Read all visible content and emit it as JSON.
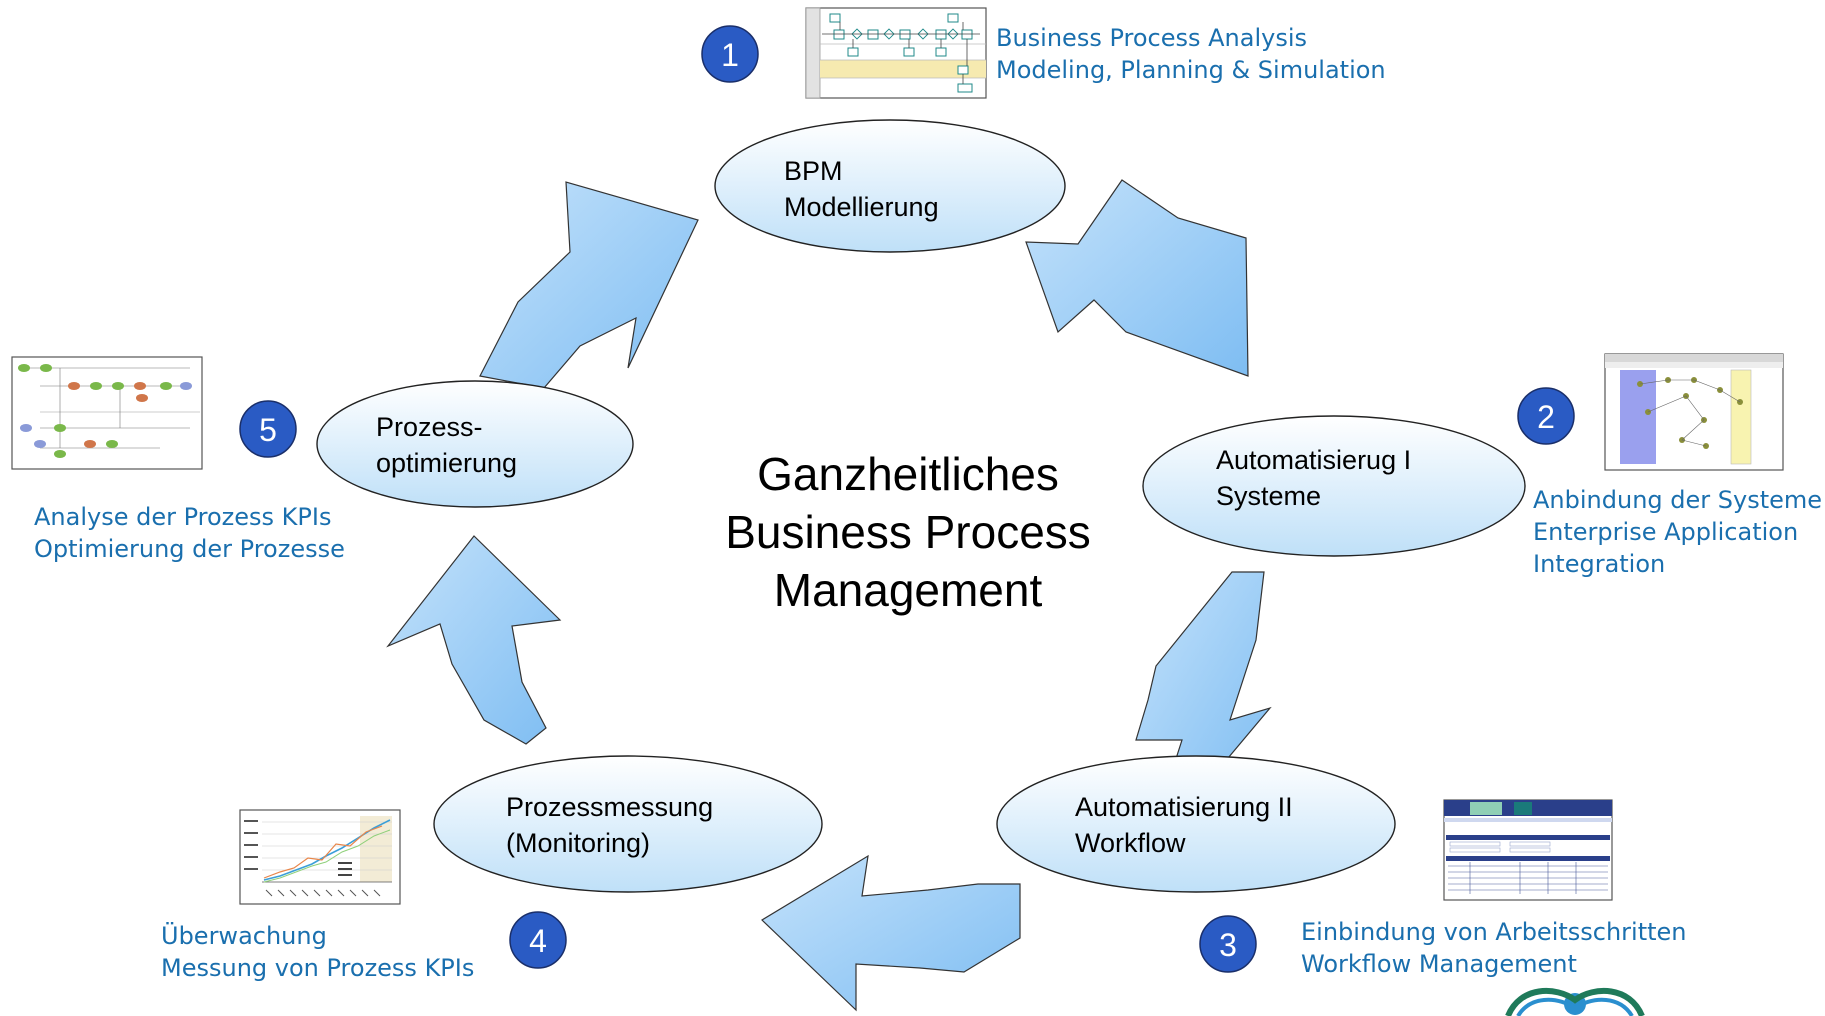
{
  "center_title": [
    "Ganzheitliches",
    "Business Process",
    "Management"
  ],
  "nodes": [
    {
      "lines": [
        "BPM",
        "Modellierung"
      ]
    },
    {
      "lines": [
        "Automatisierug I",
        "Systeme"
      ]
    },
    {
      "lines": [
        "Automatisierung II",
        "Workflow"
      ]
    },
    {
      "lines": [
        "Prozessmessung",
        "(Monitoring)"
      ]
    },
    {
      "lines": [
        "Prozess-",
        "optimierung"
      ]
    }
  ],
  "steps": [
    {
      "number": "1",
      "caption": [
        "Business Process Analysis",
        "Modeling, Planning & Simulation"
      ]
    },
    {
      "number": "2",
      "caption": [
        "Anbindung der Systeme",
        "Enterprise Application",
        "Integration"
      ]
    },
    {
      "number": "3",
      "caption": [
        "Einbindung von Arbeitsschritten",
        "Workflow Management"
      ]
    },
    {
      "number": "4",
      "caption": [
        "Überwachung",
        "Messung von Prozess KPIs"
      ]
    },
    {
      "number": "5",
      "caption": [
        "Analyse der Prozess KPIs",
        "Optimierung der Prozesse"
      ]
    }
  ],
  "colors": {
    "caption_text": "#1a6fae",
    "badge_fill": "#2a5bc4",
    "node_fill_light": "#ffffff",
    "node_fill_dark": "#bfe0f8",
    "arrow_fill_light": "#c4e2fb",
    "arrow_fill_dark": "#7ebdf2"
  },
  "icons": [
    "process-model-thumbnail",
    "integration-diagram-thumbnail",
    "workflow-form-thumbnail",
    "monitoring-chart-thumbnail",
    "optimization-diagram-thumbnail",
    "logo-icon"
  ]
}
